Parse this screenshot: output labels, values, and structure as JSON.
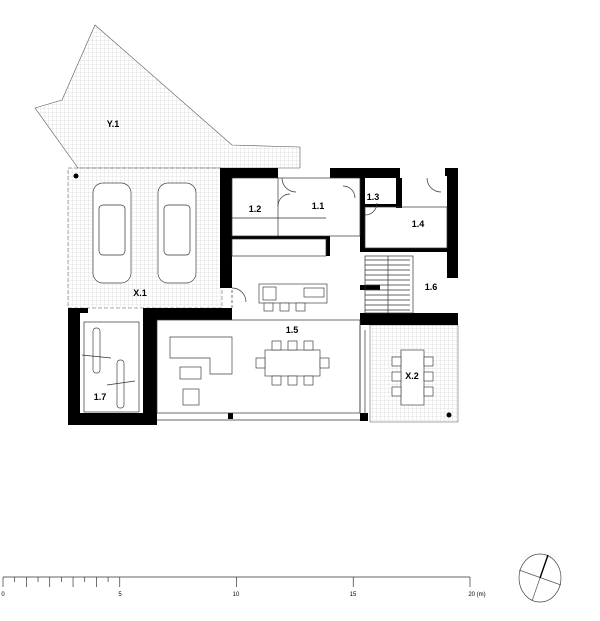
{
  "plan": {
    "rooms": [
      {
        "id": "Y.1",
        "label": "Y.1"
      },
      {
        "id": "X.1",
        "label": "X.1"
      },
      {
        "id": "1.1",
        "label": "1.1"
      },
      {
        "id": "1.2",
        "label": "1.2"
      },
      {
        "id": "1.3",
        "label": "1.3"
      },
      {
        "id": "1.4",
        "label": "1.4"
      },
      {
        "id": "1.5",
        "label": "1.5"
      },
      {
        "id": "1.6",
        "label": "1.6"
      },
      {
        "id": "1.7",
        "label": "1.7"
      },
      {
        "id": "X.2",
        "label": "X.2"
      }
    ]
  },
  "scale_bar": {
    "max": 20,
    "unit": "(m)",
    "labels": [
      "0",
      "5",
      "10",
      "15",
      "20 (m)"
    ]
  },
  "compass": {
    "icon": "north-arrow-icon"
  },
  "colors": {
    "wall": "#000000",
    "hatch": "#cfcfcf",
    "line": "#333333"
  }
}
